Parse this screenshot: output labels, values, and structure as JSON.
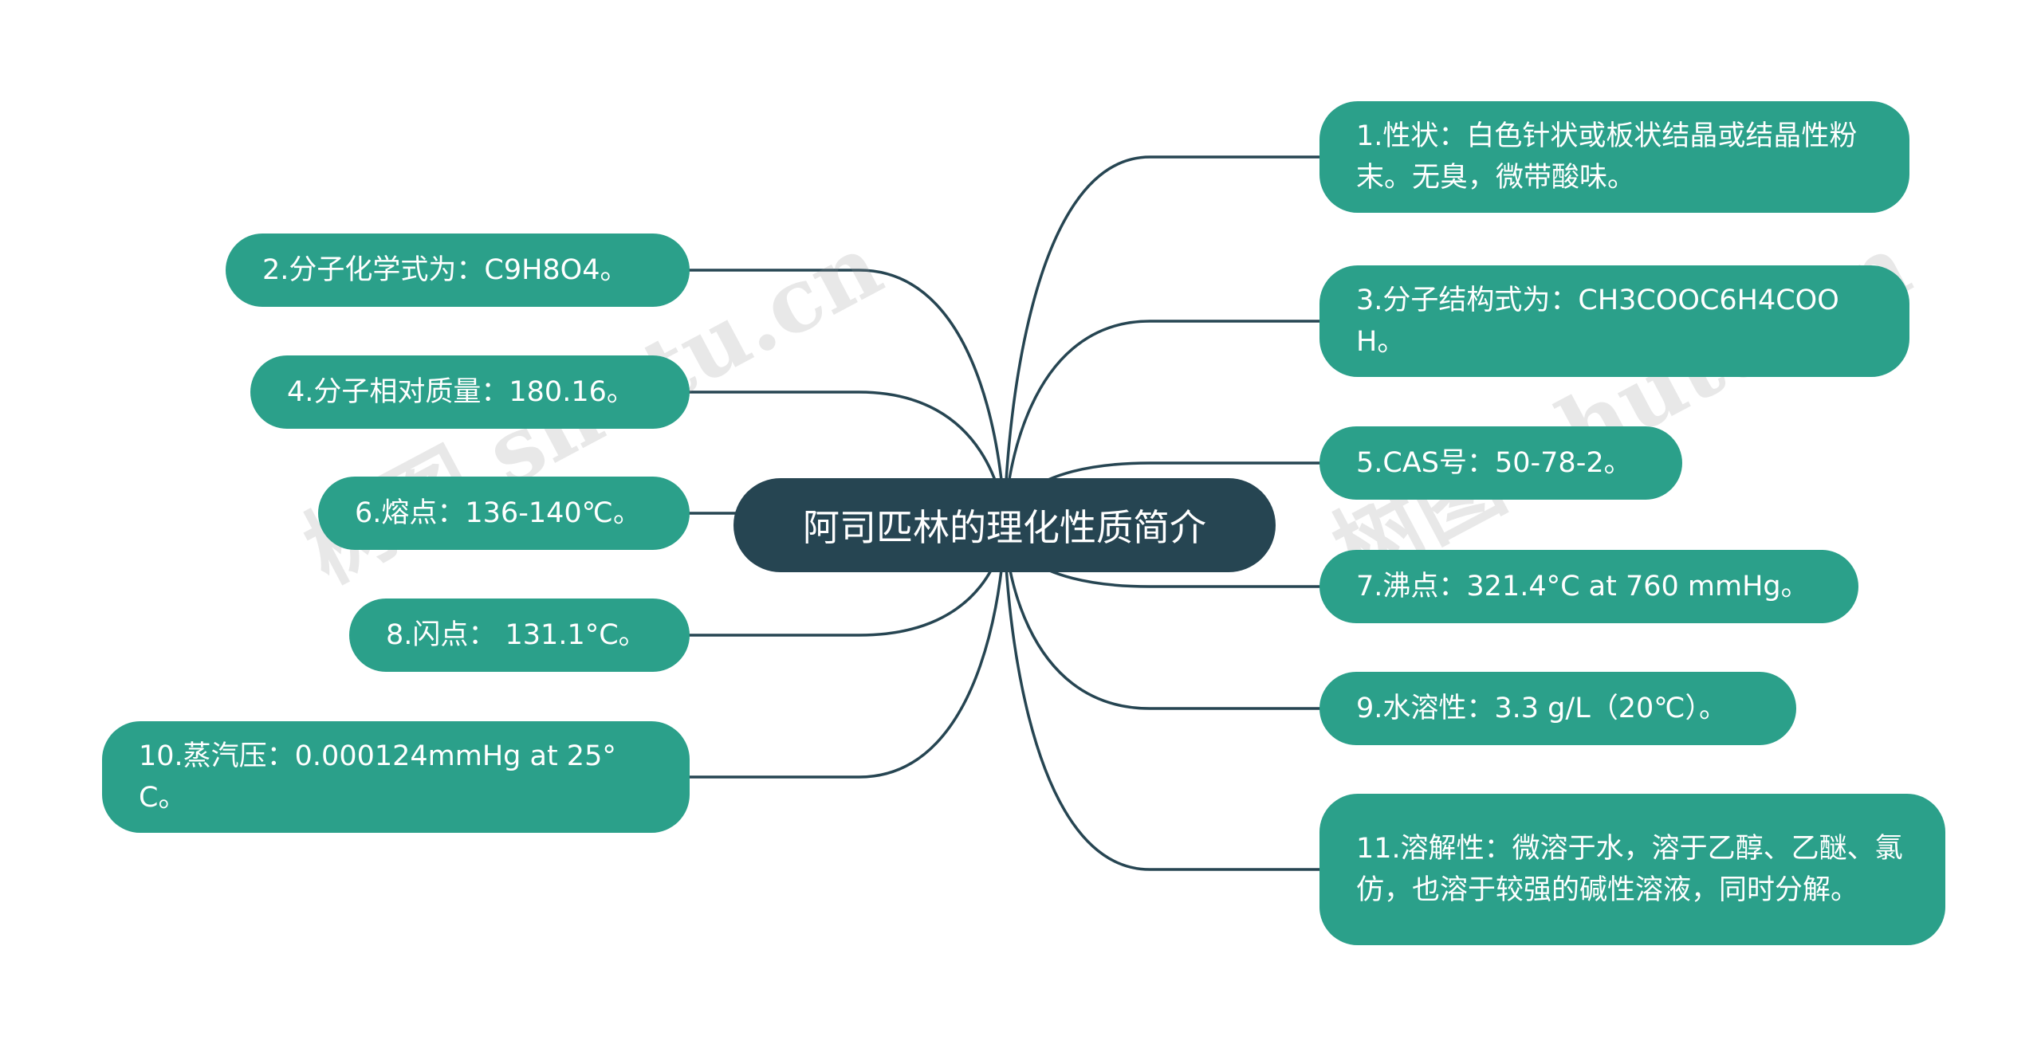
{
  "root": {
    "label": "阿司匹林的理化性质简介"
  },
  "branches": [
    {
      "id": "1",
      "label": "1.性状：白色针状或板状结晶或结晶性粉末。无臭，微带酸味。"
    },
    {
      "id": "2",
      "label": "2.分子化学式为：C9H8O4。"
    },
    {
      "id": "3",
      "label": "3.分子结构式为：CH3COOC6H4COOH。"
    },
    {
      "id": "4",
      "label": "4.分子相对质量：180.16。"
    },
    {
      "id": "5",
      "label": "5.CAS号：50-78-2。"
    },
    {
      "id": "6",
      "label": "6.熔点：136-140℃。"
    },
    {
      "id": "7",
      "label": "7.沸点：321.4°C at 760 mmHg。"
    },
    {
      "id": "8",
      "label": "8.闪点： 131.1°C。"
    },
    {
      "id": "9",
      "label": "9.水溶性：3.3 g/L（20℃）。"
    },
    {
      "id": "10",
      "label": "10.蒸汽压：0.000124mmHg at 25°C。"
    },
    {
      "id": "11",
      "label": "11.溶解性：微溶于水，溶于乙醇、乙醚、氯仿，也溶于较强的碱性溶液，同时分解。"
    }
  ],
  "watermark": {
    "text": "树图 shutu.cn"
  },
  "colors": {
    "root_fill": "#264552",
    "topic_fill": "#2ba08a",
    "link_stroke": "#264552",
    "text": "#ffffff"
  }
}
